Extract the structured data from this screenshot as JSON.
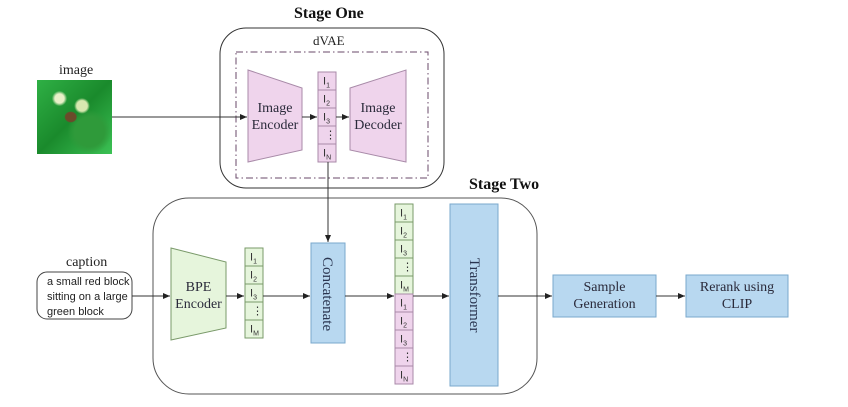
{
  "stage_one": {
    "title": "Stage One",
    "module_label": "dVAE",
    "image_encoder": "Image Encoder",
    "image_decoder": "Image Decoder",
    "tokens": [
      "I1",
      "I2",
      "I3",
      "⋮",
      "IN"
    ]
  },
  "input_image": {
    "label": "image"
  },
  "caption": {
    "label": "caption",
    "text_lines": [
      "a small red block",
      "sitting on a large",
      "green block"
    ]
  },
  "stage_two": {
    "title": "Stage Two",
    "bpe_encoder": "BPE Encoder",
    "text_tokens": [
      "I1",
      "I2",
      "I3",
      "⋮",
      "IM"
    ],
    "concatenate": "Concatenate",
    "concat_text_tokens": [
      "I1",
      "I2",
      "I3",
      "⋮",
      "IM"
    ],
    "concat_image_tokens": [
      "I1",
      "I2",
      "I3",
      "⋮",
      "IN"
    ],
    "transformer": "Transformer"
  },
  "sample_generation": "Sample Generation",
  "rerank": "Rerank using CLIP",
  "colors": {
    "pink_fill": "#efd4ec",
    "pink_stroke": "#a88aa8",
    "green_fill": "#e6f5dc",
    "green_stroke": "#7a9a6a",
    "blue_fill": "#b8d8f0",
    "blue_stroke": "#7aa8cc",
    "line": "#333333"
  }
}
